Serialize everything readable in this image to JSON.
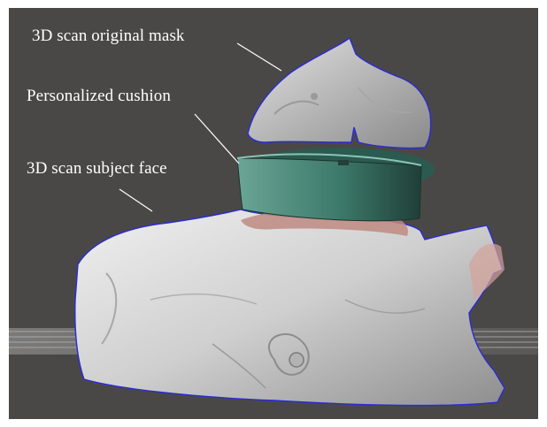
{
  "figure": {
    "labels": {
      "original_mask": "3D scan original mask",
      "cushion": "Personalized cushion",
      "subject_face": "3D scan subject face"
    }
  },
  "colors": {
    "background": "#4a4846",
    "mesh_surface": "#cfcfcf",
    "cushion": "#3f7f6f",
    "outline": "#2a2ad8",
    "contact_area": "#c08a82"
  }
}
